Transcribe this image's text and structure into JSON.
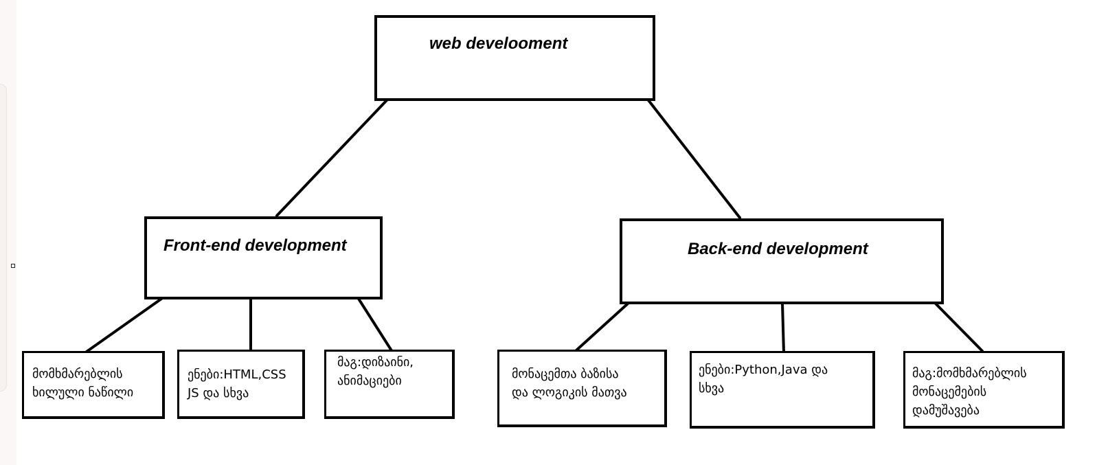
{
  "root": {
    "title": "web develooment"
  },
  "frontend": {
    "title": "Front-end development",
    "children": [
      "მომხმარებლის\nხილული ნაწილი",
      "ენები:HTML,CSS\nJS და სხვა",
      "მაგ:დიზაინი,\nანიმაციები"
    ]
  },
  "backend": {
    "title": "Back-end development",
    "children": [
      "მონაცემთა ბაზისა\nდა ლოგიკის მათვა",
      "ენები:Python,Java  და\nსხვა",
      "მაგ:მომხმარებლის\nმონაცემების\nდამუშავება"
    ]
  }
}
